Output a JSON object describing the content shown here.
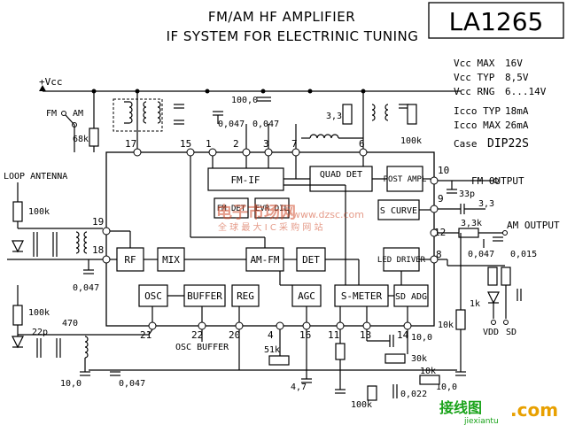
{
  "title": {
    "line1": "FM/AM HF AMPLIFIER",
    "line2": "IF SYSTEM FOR  ELECTRINIC  TUNING",
    "part_number": "LA1265"
  },
  "specs": [
    {
      "label": "Vcc MAX",
      "value": "16V"
    },
    {
      "label": "Vcc TYP",
      "value": "8,5V"
    },
    {
      "label": "Vcc RNG",
      "value": "6...14V"
    },
    {
      "label": "Icco TYP",
      "value": "18mA"
    },
    {
      "label": "Icco MAX",
      "value": "26mA"
    },
    {
      "label": "Case",
      "value": "DIP22S"
    }
  ],
  "blocks": {
    "fm_if": "FM-IF",
    "quad_det": "QUAD DET",
    "post_ampl": "POST AMPL",
    "s_curve": "S CURVE",
    "led_driver": "LED DRIVER",
    "rf": "RF",
    "mix": "MIX",
    "am_fm": "AM-FM",
    "det": "DET",
    "osc": "OSC",
    "buffer": "BUFFER",
    "reg": "REG",
    "agc": "AGC",
    "s_meter": "S-METER",
    "sd_adg": "SD ADG",
    "fm_det": "FM DET",
    "evr_dil": "EVR DIL"
  },
  "pins": [
    "1",
    "2",
    "3",
    "4",
    "6",
    "7",
    "8",
    "9",
    "10",
    "11",
    "12",
    "13",
    "14",
    "15",
    "16",
    "17",
    "18",
    "19",
    "20",
    "21",
    "22"
  ],
  "labels": {
    "vcc": "+Vcc",
    "fm": "FM",
    "am": "AM",
    "loop_antenna": "LOOP ANTENNA",
    "fm_output": "FM OUTPUT",
    "am_output": "AM OUTPUT",
    "osc_buffer": "OSC BUFFER",
    "vdd": "VDD",
    "sd": "SD"
  },
  "components": {
    "r_68k": "68k",
    "c_100_0": "100,0",
    "c_0047_a": "0,047",
    "c_0047_b": "0,047",
    "l_3_3k": "3,3k",
    "r_100k_top": "100k",
    "r_100k_loop": "100k",
    "c_0047_left": "0,047",
    "r_100k_osc": "100k",
    "c_22p": "22p",
    "c_470": "470",
    "c_10_0_left": "10,0",
    "c_0047_bottom": "0,047",
    "c_33p": "33p",
    "c_3_3": "3,3",
    "r_3_3k_am": "3,3k",
    "c_0047_am": "0,047",
    "c_0015": "0,015",
    "r_1k": "1k",
    "r_10k_a": "10k",
    "r_51k": "51k",
    "c_4_7": "4,7",
    "c_10_0_mid": "10,0",
    "r_30k": "30k",
    "r_100k_bottom": "100k",
    "c_0022": "0,022",
    "r_10k_b": "10k",
    "c_10_0_right": "10,0"
  },
  "watermark": {
    "site_cn": "电子市场网",
    "url": "www.dzsc.com",
    "slogan": "全 球 最 大 I C 采 购 网 站",
    "bottom": "接线图",
    "bottom_url": "jiexiantu",
    "bottom_com": ".com"
  }
}
